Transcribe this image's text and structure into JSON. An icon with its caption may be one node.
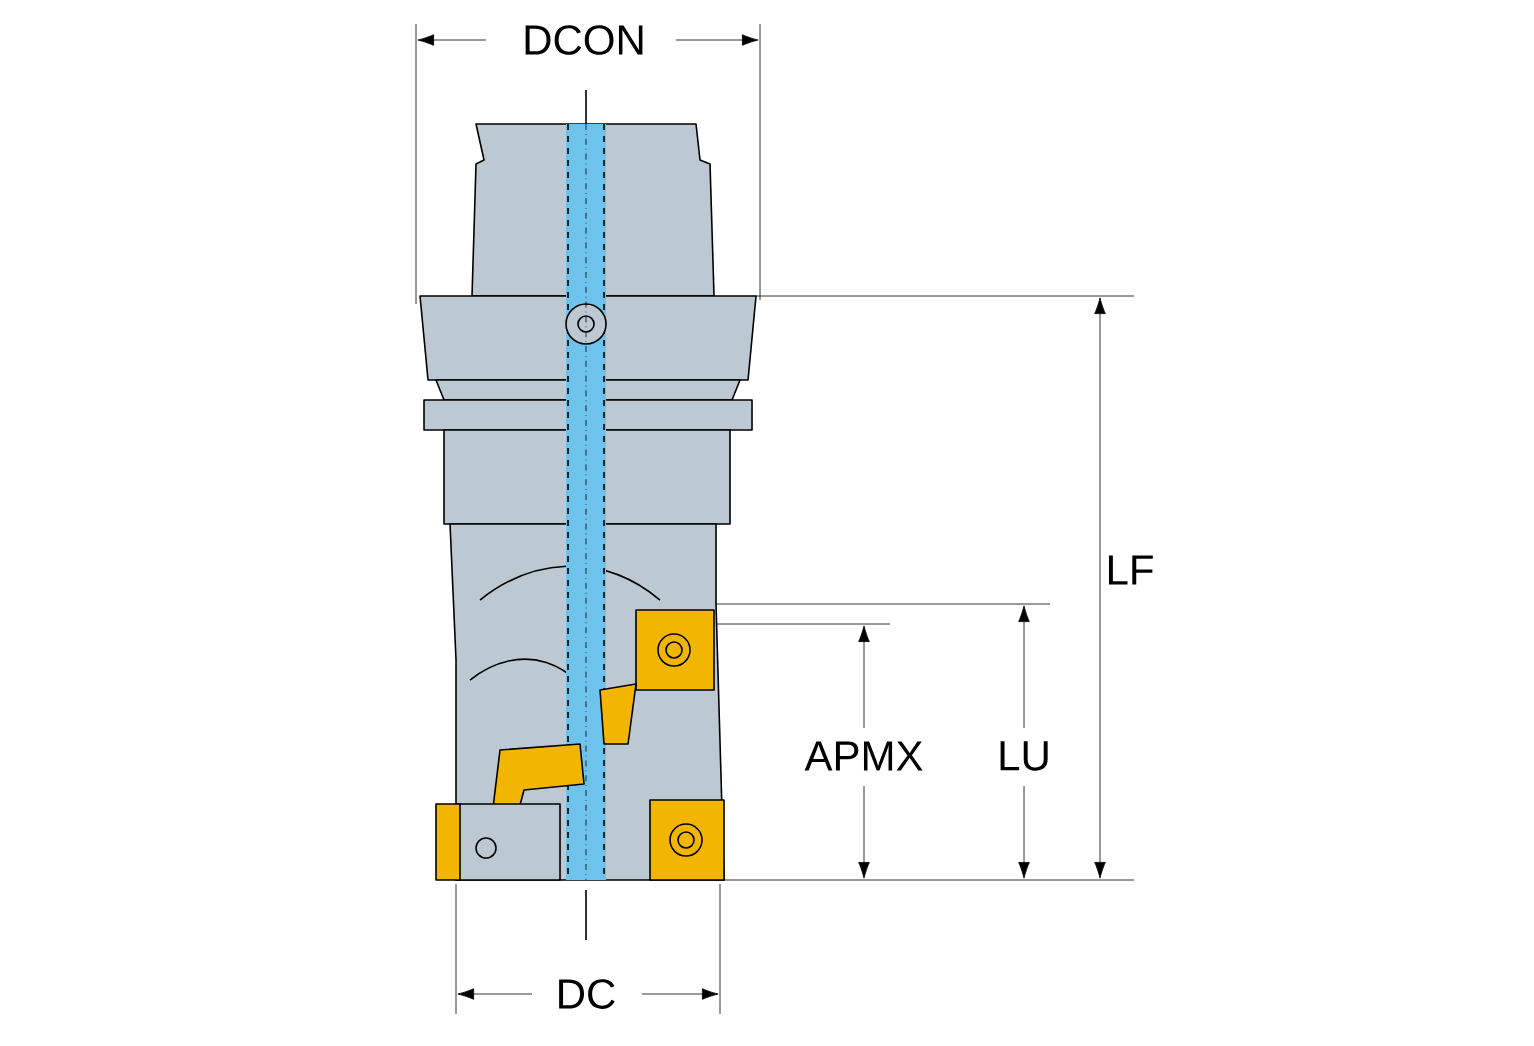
{
  "diagram": {
    "labels": [
      "DCON",
      "LF",
      "APMX",
      "LU",
      "DC"
    ]
  }
}
